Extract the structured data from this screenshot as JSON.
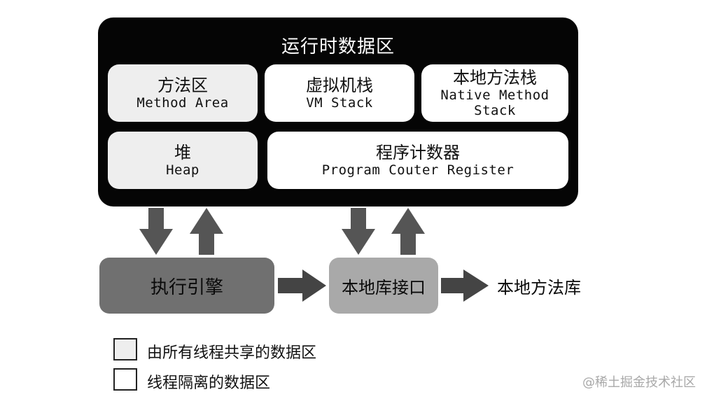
{
  "runtime_area": {
    "title": "运行时数据区"
  },
  "regions": {
    "method_area": {
      "zh": "方法区",
      "en": "Method Area"
    },
    "vm_stack": {
      "zh": "虚拟机栈",
      "en": "VM Stack"
    },
    "native_stack": {
      "zh": "本地方法栈",
      "en_line1": "Native Method",
      "en_line2": "Stack"
    },
    "heap": {
      "zh": "堆",
      "en": "Heap"
    },
    "pc_register": {
      "zh": "程序计数器",
      "en": "Program Couter Register"
    }
  },
  "execution_engine": {
    "label": "执行引擎"
  },
  "native_interface": {
    "label": "本地库接口"
  },
  "native_library": {
    "label": "本地方法库"
  },
  "legend": {
    "shared": {
      "label": "由所有线程共享的数据区",
      "color": "#eeeeee"
    },
    "private": {
      "label": "线程隔离的数据区",
      "color": "#ffffff"
    }
  },
  "watermark": "@稀土掘金技术社区"
}
